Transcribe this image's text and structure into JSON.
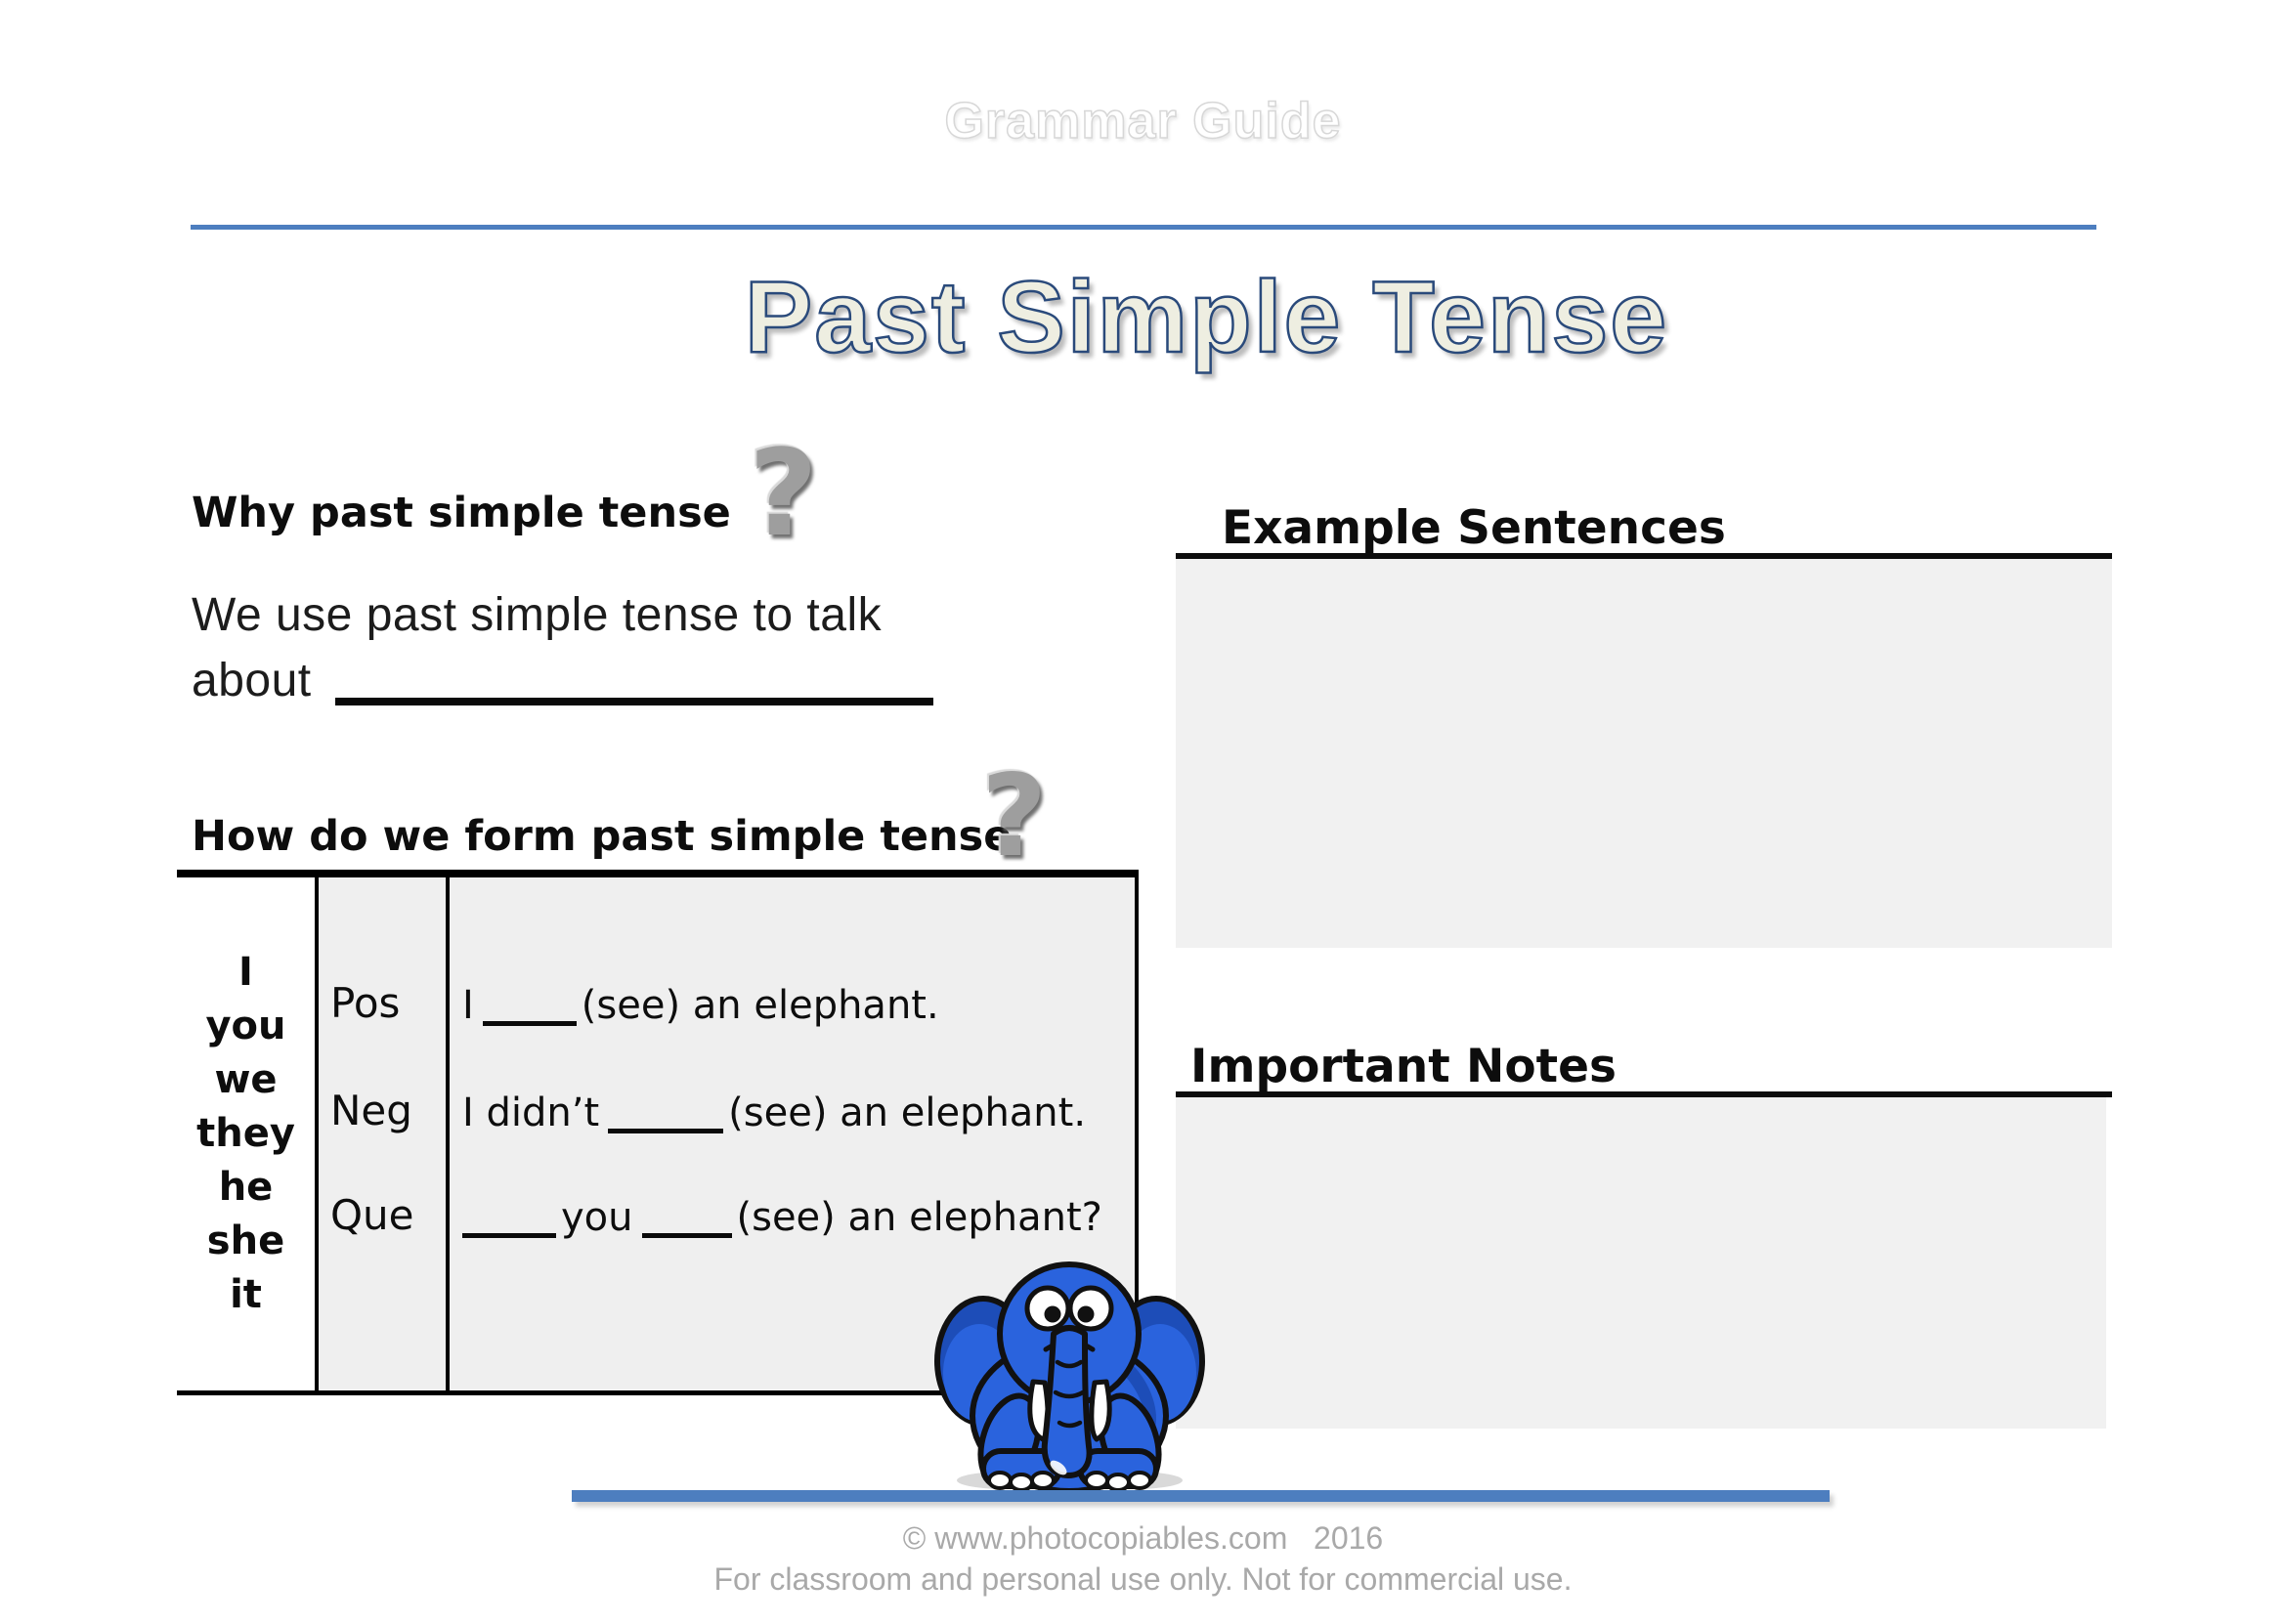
{
  "header": {
    "title": "Grammar Guide"
  },
  "title": {
    "text": "Past Simple Tense"
  },
  "icons": {
    "question_mark": "?"
  },
  "why_section": {
    "heading": "Why past simple tense",
    "body_line1": "We use past simple tense to talk",
    "body_line2_prefix": "about"
  },
  "form_section": {
    "heading": "How do we form past simple tense",
    "pronouns": [
      "I",
      "you",
      "we",
      "they",
      "he",
      "she",
      "it"
    ],
    "rows": {
      "pos": {
        "label": "Pos",
        "before": "I",
        "after": "(see) an elephant."
      },
      "neg": {
        "label": "Neg",
        "before": "I didn’t",
        "after": "(see) an elephant."
      },
      "que": {
        "label": "Que",
        "middle": "you",
        "after": "(see) an elephant?"
      }
    }
  },
  "example_section": {
    "heading": "Example Sentences"
  },
  "notes_section": {
    "heading": "Important Notes"
  },
  "footer": {
    "copyright": "© www.photocopiables.com   2016",
    "license": "For classroom and personal use only. Not for commercial use."
  },
  "illustration": {
    "name": "blue-cartoon-elephant"
  },
  "colors": {
    "accent_blue": "#4d7ebf",
    "title_fill": "#eeeee1",
    "title_outline": "#2a4a7b",
    "panel_gray": "#f1f1f1",
    "table_gray": "#efefef",
    "footer_gray": "#a9a9a9",
    "elephant_blue": "#2a63dd",
    "elephant_blue_dark": "#1d4db8"
  }
}
